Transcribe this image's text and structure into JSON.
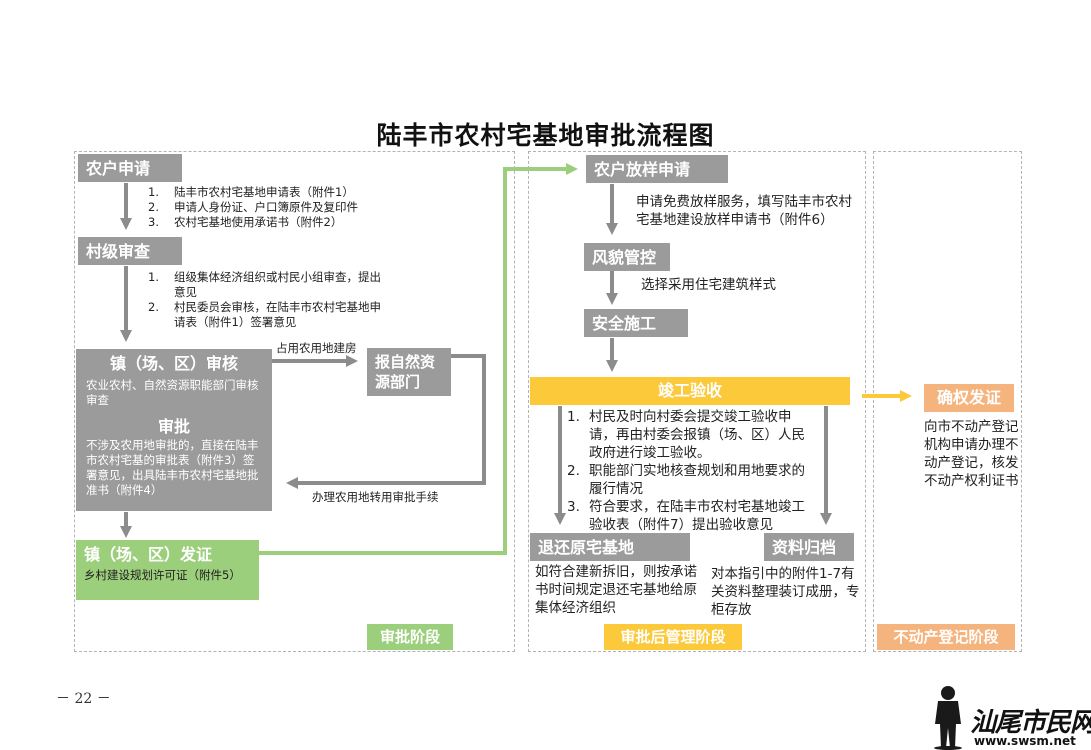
{
  "title": "陆丰市农村宅基地审批流程图",
  "page_number": "－ 22 －",
  "watermark": {
    "text": "汕尾市民网",
    "url": "www.swsm.net"
  },
  "approval": {
    "step1": {
      "header": "农户申请",
      "items": [
        {
          "n": "1.",
          "text": "陆丰市农村宅基地申请表（附件1）"
        },
        {
          "n": "2.",
          "text": "申请人身份证、户口簿原件及复印件"
        },
        {
          "n": "3.",
          "text": "农村宅基地使用承诺书（附件2）"
        }
      ]
    },
    "step2": {
      "header": "村级审查",
      "items": [
        {
          "n": "1.",
          "text": "组级集体经济组织或村民小组审查，提出意见"
        },
        {
          "n": "2.",
          "text": "村民委员会审核，在陆丰市农村宅基地申请表（附件1）签署意见"
        }
      ]
    },
    "step3": {
      "header": "镇（场、区）审核",
      "desc": "农业农村、自然资源职能部门审核审查",
      "sub_header": "审批",
      "sub_desc": "不涉及农用地审批的，直接在陆丰市农村宅基的审批表（附件3）签署意见，出具陆丰市农村宅基地批准书（附件4）"
    },
    "branch": {
      "out_label": "占用农用地建房",
      "box": "报自然资源部门",
      "back_label": "办理农用地转用审批手续"
    },
    "step4": {
      "header": "镇（场、区）发证",
      "desc": "乡村建设规划许可证（附件5）"
    },
    "stage_label": "审批阶段"
  },
  "management": {
    "step1": {
      "header": "农户放样申请",
      "desc": "申请免费放样服务，填写陆丰市农村宅基地建设放样申请书（附件6）"
    },
    "step2": {
      "header": "风貌管控",
      "desc": "选择采用住宅建筑样式"
    },
    "step3": {
      "header": "安全施工"
    },
    "step4": {
      "header": "竣工验收",
      "items": [
        {
          "n": "1.",
          "text": "村民及时向村委会提交竣工验收申请，再由村委会报镇（场、区）人民政府进行竣工验收。"
        },
        {
          "n": "2.",
          "text": "职能部门实地核查规划和用地要求的履行情况"
        },
        {
          "n": "3.",
          "text": "符合要求，在陆丰市农村宅基地竣工验收表（附件7）提出验收意见"
        }
      ]
    },
    "left_out": {
      "header": "退还原宅基地",
      "desc": "如符合建新拆旧，则按承诺书时间规定退还宅基地给原集体经济组织"
    },
    "right_out": {
      "header": "资料归档",
      "desc": "对本指引中的附件1-7有关资料整理装订成册，专柜存放"
    },
    "stage_label": "审批后管理阶段"
  },
  "registration": {
    "header": "确权发证",
    "desc": "向市不动产登记机构申请办理不动产登记，核发不动产权利证书",
    "stage_label": "不动产登记阶段"
  },
  "colors": {
    "gray": "#9b9b9b",
    "green": "#9ccf7c",
    "yellow": "#fbc93a",
    "peach": "#f5b37e",
    "arrow_gray": "#8c8c8c"
  }
}
